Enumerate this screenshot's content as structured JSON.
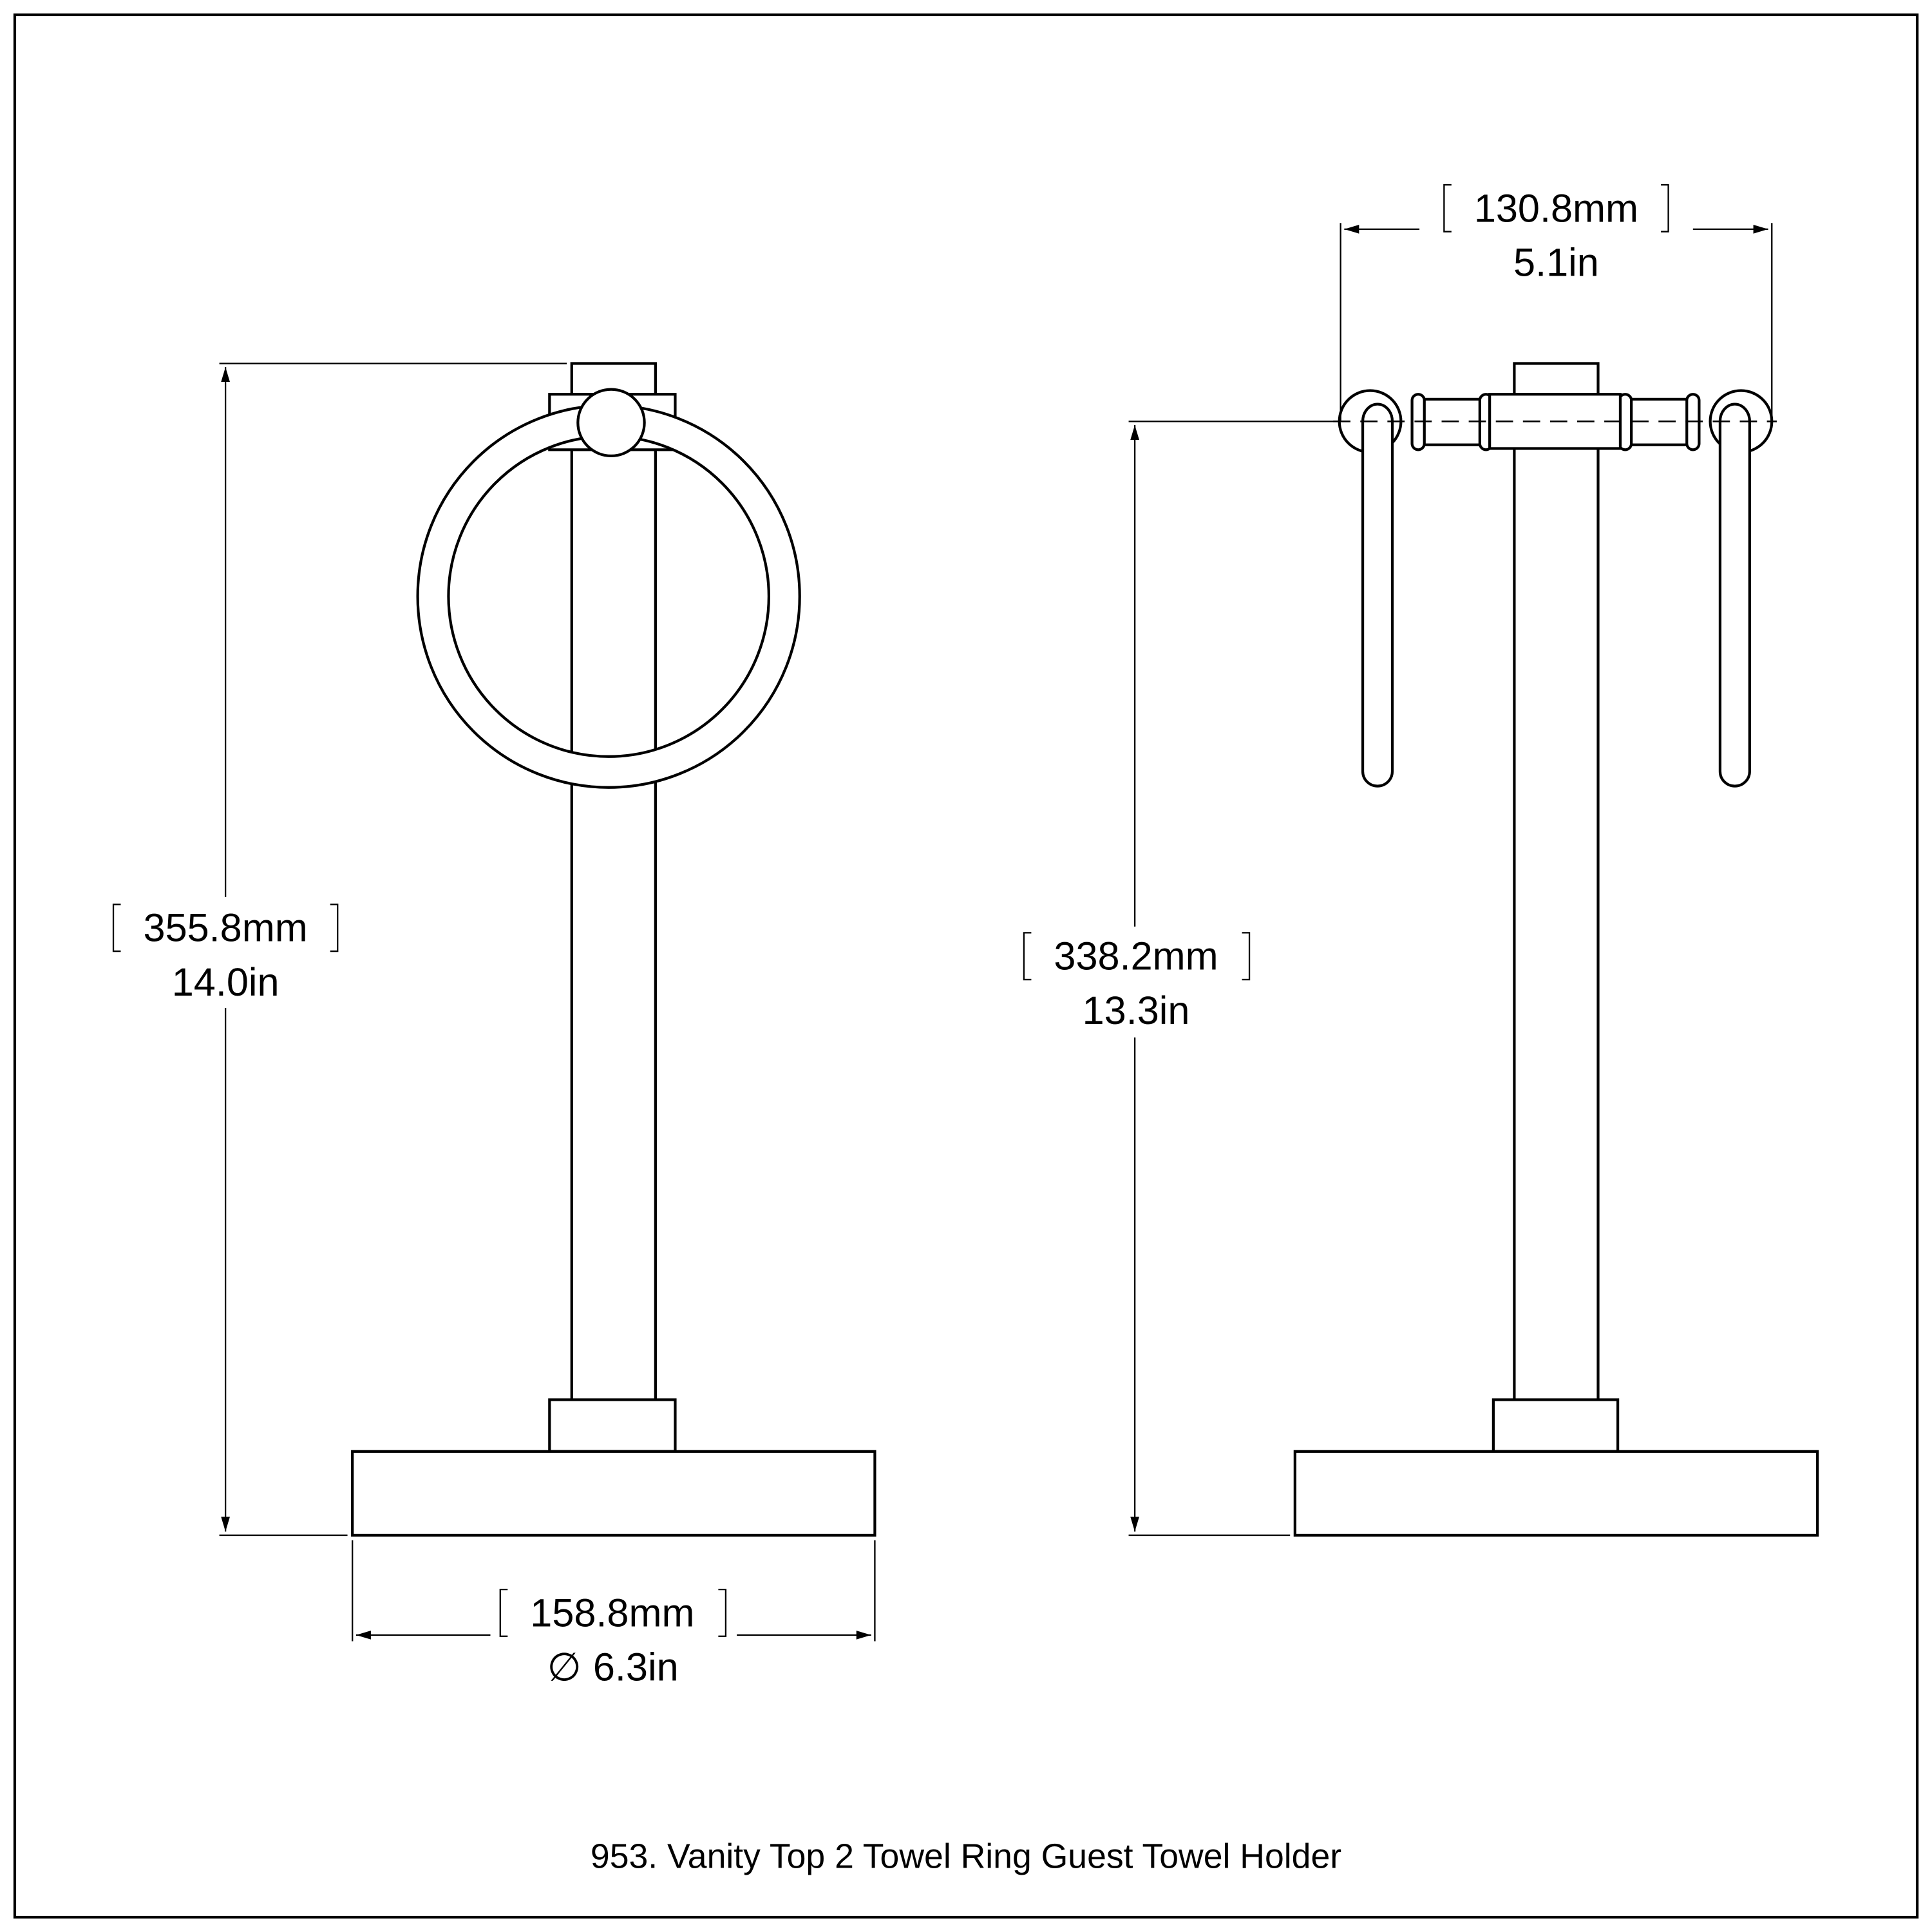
{
  "caption": "953. Vanity Top 2 Towel Ring Guest Towel Holder",
  "front_view": {
    "height": {
      "mm": "355.8mm",
      "in": "14.0in"
    },
    "base_diameter": {
      "mm": "158.8mm",
      "in": "6.3in",
      "symbol": "∅"
    }
  },
  "side_view": {
    "height": {
      "mm": "338.2mm",
      "in": "13.3in"
    },
    "width": {
      "mm": "130.8mm",
      "in": "5.1in"
    }
  }
}
